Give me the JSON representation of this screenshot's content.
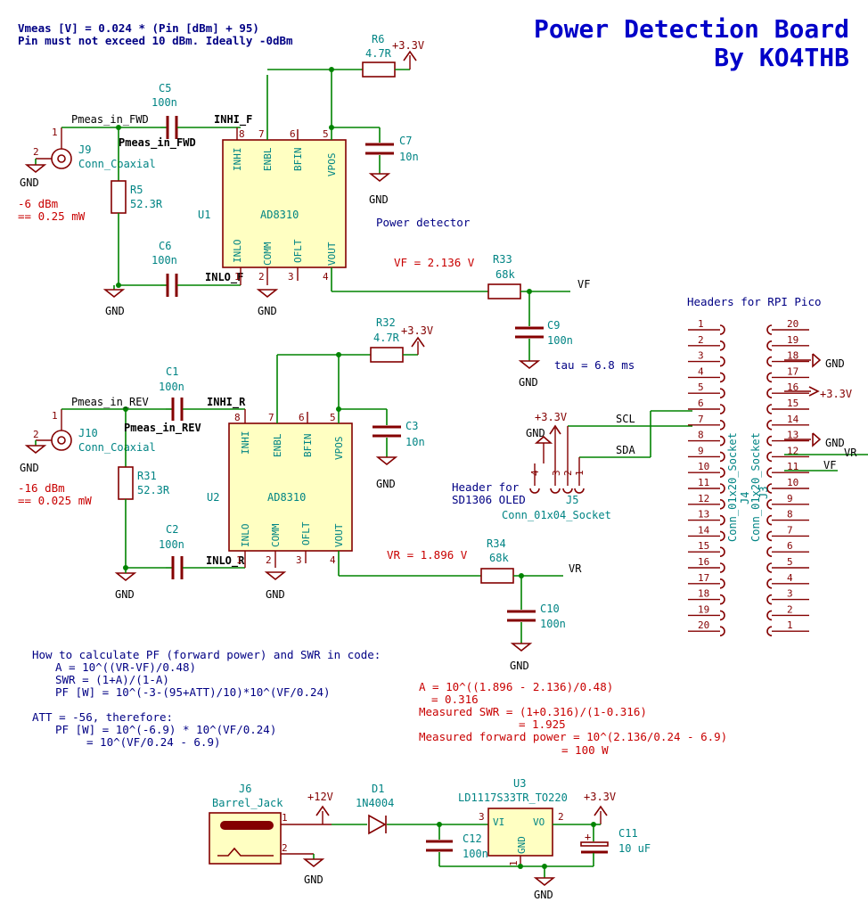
{
  "title": {
    "line1": "Power Detection Board",
    "line2": "By KO4THB"
  },
  "header_notes": {
    "formula": "Vmeas [V] = 0.024 * (Pin [dBm] + 95)",
    "limit": "Pin must not exceed 10 dBm. Ideally -0dBm"
  },
  "fwd": {
    "net_in": "Pmeas_in_FWD",
    "net_in2": "Pmeas_in_FWD",
    "inhi": "INHI_F",
    "inlo": "INLO_F",
    "coax_ref": "J9",
    "coax_val": "Conn_Coaxial",
    "r5_ref": "R5",
    "r5_val": "52.3R",
    "c5_ref": "C5",
    "c5_val": "100n",
    "c6_ref": "C6",
    "c6_val": "100n",
    "r6_ref": "R6",
    "r6_val": "4.7R",
    "c7_ref": "C7",
    "c7_val": "10n",
    "u_ref": "U1",
    "u_val": "AD8310",
    "detector_note": "Power detector",
    "level1": "-6 dBm",
    "level2": "== 0.25 mW",
    "vout_note": "VF = 2.136 V",
    "r33_ref": "R33",
    "r33_val": "68k",
    "c9_ref": "C9",
    "c9_val": "100n",
    "net_out": "VF",
    "tau": "tau = 6.8 ms"
  },
  "rev": {
    "net_in": "Pmeas_in_REV",
    "net_in2": "Pmeas_in_REV",
    "inhi": "INHI_R",
    "inlo": "INLO_R",
    "coax_ref": "J10",
    "coax_val": "Conn_Coaxial",
    "r31_ref": "R31",
    "r31_val": "52.3R",
    "c1_ref": "C1",
    "c1_val": "100n",
    "c2_ref": "C2",
    "c2_val": "100n",
    "r32_ref": "R32",
    "r32_val": "4.7R",
    "c3_ref": "C3",
    "c3_val": "10n",
    "u_ref": "U2",
    "u_val": "AD8310",
    "level1": "-16 dBm",
    "level2": "== 0.025 mW",
    "vout_note": "VR = 1.896 V",
    "r34_ref": "R34",
    "r34_val": "68k",
    "c10_ref": "C10",
    "c10_val": "100n",
    "net_out": "VR"
  },
  "ic_pins": {
    "inhi": "INHI",
    "enbl": "ENBL",
    "bfin": "BFIN",
    "vpos": "VPOS",
    "inlo": "INLO",
    "comm": "COMM",
    "oflt": "OFLT",
    "vout": "VOUT",
    "n8": "8",
    "n7": "7",
    "n6": "6",
    "n5": "5",
    "n1": "1",
    "n2": "2",
    "n3": "3",
    "n4": "4"
  },
  "power": {
    "v33": "+3.3V",
    "v12": "+12V",
    "gnd": "GND"
  },
  "oled": {
    "ref": "J5",
    "val": "Conn_01x04_Socket",
    "note1": "Header for",
    "note2": "SD1306 OLED",
    "scl": "SCL",
    "sda": "SDA",
    "pins": [
      "4",
      "3",
      "2",
      "1"
    ]
  },
  "pico": {
    "title": "Headers for RPI Pico",
    "left_ref": "J4",
    "left_val": "Conn_01x20_Socket",
    "right_ref": "J3",
    "right_val": "Conn_01x20_Socket",
    "left_pins": [
      "1",
      "2",
      "3",
      "4",
      "5",
      "6",
      "7",
      "8",
      "9",
      "10",
      "11",
      "12",
      "13",
      "14",
      "15",
      "16",
      "17",
      "18",
      "19",
      "20"
    ],
    "right_pins": [
      "20",
      "19",
      "18",
      "17",
      "16",
      "15",
      "14",
      "13",
      "12",
      "11",
      "10",
      "9",
      "8",
      "7",
      "6",
      "5",
      "4",
      "3",
      "2",
      "1"
    ],
    "pin18_label": "GND",
    "pin16_label": "+3.3V",
    "pin13_label": "GND",
    "pin12_label": "VR",
    "pin11_label": "VF"
  },
  "calc_notes": [
    "How to calculate PF (forward power) and SWR in code:",
    "A = 10^((VR-VF)/0.48)",
    "SWR = (1+A)/(1-A)",
    "PF [W] = 10^(-3-(95+ATT)/10)*10^(VF/0.24)",
    "ATT = -56, therefore:",
    "PF [W] = 10^(-6.9) * 10^(VF/0.24)",
    "= 10^(VF/0.24 - 6.9)"
  ],
  "result_notes": [
    "A = 10^((1.896 - 2.136)/0.48)",
    "= 0.316",
    "Measured SWR = (1+0.316)/(1-0.316)",
    "= 1.925",
    "Measured forward power = 10^(2.136/0.24 - 6.9)",
    "= 100 W"
  ],
  "supply": {
    "jack_ref": "J6",
    "jack_val": "Barrel_Jack",
    "d_ref": "D1",
    "d_val": "1N4004",
    "u_ref": "U3",
    "u_val": "LD1117S33TR_TO220",
    "vi": "VI",
    "vo": "VO",
    "gnd_pin": "GND",
    "c12_ref": "C12",
    "c12_val": "100n",
    "c11_ref": "C11",
    "c11_val": "10 uF",
    "plus": "+",
    "p1": "1",
    "p2": "2",
    "p3": "3"
  }
}
